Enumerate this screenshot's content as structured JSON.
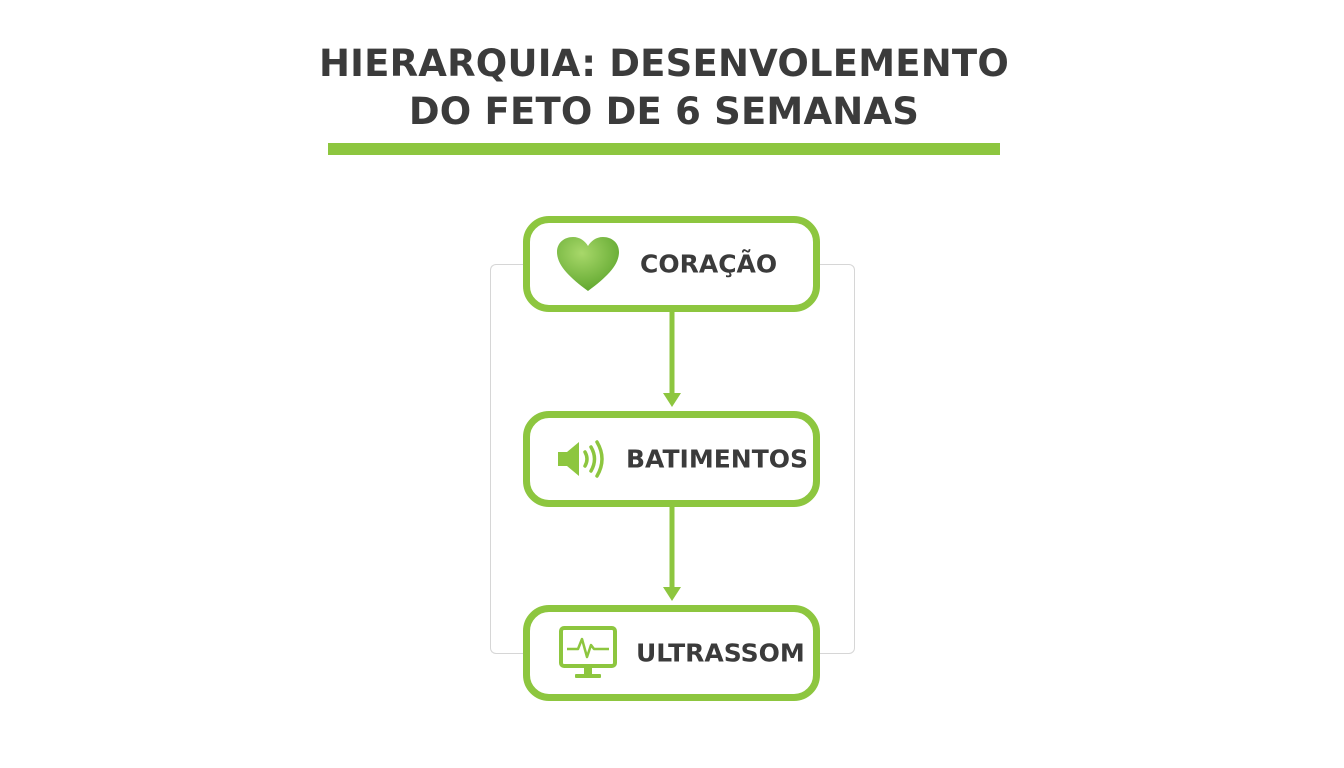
{
  "title": {
    "line1": "HIERARQUIA: DESENVOLEMENTO",
    "line2": "DO FETO DE 6 SEMANAS"
  },
  "colors": {
    "accent": "#8dc63f",
    "text": "#3b3b3b",
    "connector": "#d6d6d6"
  },
  "nodes": [
    {
      "label": "CORAÇÃO",
      "icon": "heart-icon"
    },
    {
      "label": "BATIMENTOS",
      "icon": "speaker-icon"
    },
    {
      "label": "ULTRASSOM",
      "icon": "monitor-heartbeat-icon"
    }
  ]
}
